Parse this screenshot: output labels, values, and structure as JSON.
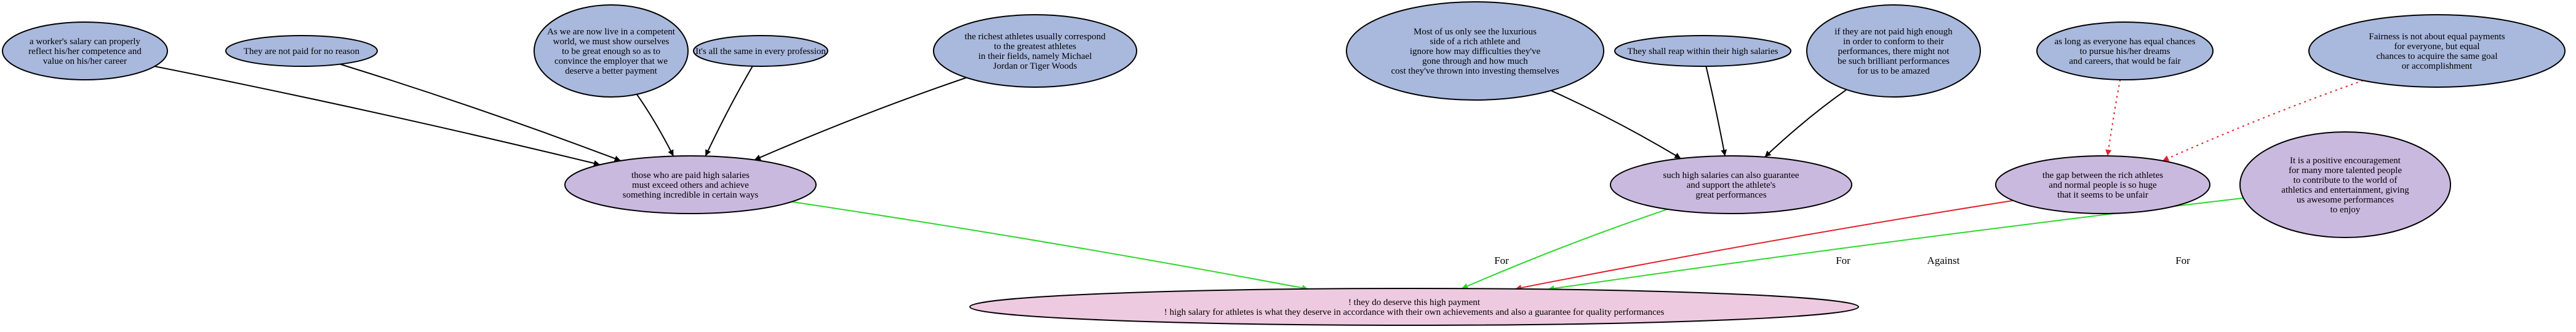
{
  "colors": {
    "premise": "#a9b8dd",
    "support": "#cab9df",
    "conclusion": "#eecae0",
    "edge_plain": "#000000",
    "edge_for": "#2bd82b",
    "edge_against": "#e0202a",
    "edge_dotted": "#e0202a"
  },
  "nodes": [
    {
      "id": "n1",
      "kind": "premise",
      "lines": [
        "a worker's salary can properly",
        "reflect his/her competence and",
        "value on his/her career"
      ]
    },
    {
      "id": "n2",
      "kind": "premise",
      "lines": [
        "They are not paid for no reason"
      ]
    },
    {
      "id": "n3",
      "kind": "premise",
      "lines": [
        "As we are now live in a competent",
        "world, we must show ourselves",
        "to be great enough so as to",
        "convince the employer that we",
        "deserve a better payment"
      ]
    },
    {
      "id": "n4",
      "kind": "premise",
      "lines": [
        "It's all the same in every profession"
      ]
    },
    {
      "id": "n5",
      "kind": "premise",
      "lines": [
        "the richest athletes usually correspond",
        "to the greatest athletes",
        "in their fields, namely Michael",
        "Jordan or Tiger Woods"
      ]
    },
    {
      "id": "n6",
      "kind": "premise",
      "lines": [
        "Most of us only see the luxurious",
        "side of a rich athlete and",
        "ignore how may difficulties they've",
        "gone through and how much",
        "cost they've thrown into investing themselves"
      ]
    },
    {
      "id": "n7",
      "kind": "premise",
      "lines": [
        "They shall reap within their high salaries"
      ]
    },
    {
      "id": "n8",
      "kind": "premise",
      "lines": [
        "if they are not paid high enough",
        "in order to conform to their",
        "performances, there might not",
        "be such brilliant performances",
        "for us to be amazed"
      ]
    },
    {
      "id": "n9",
      "kind": "premise",
      "lines": [
        "as long as everyone has equal chances",
        "to pursue his/her dreams",
        "and careers, that would be fair"
      ]
    },
    {
      "id": "n10",
      "kind": "premise",
      "lines": [
        "Fairness is not about equal payments",
        "for everyone, but equal",
        "chances to acquire the same goal",
        "or accomplishment"
      ]
    },
    {
      "id": "s1",
      "kind": "support",
      "lines": [
        "those who are paid high salaries",
        "must exceed others and achieve",
        "something incredible in certain ways"
      ]
    },
    {
      "id": "s2",
      "kind": "support",
      "lines": [
        "such high salaries can also guarantee",
        "and support the athlete's",
        "great performances"
      ]
    },
    {
      "id": "s3",
      "kind": "support",
      "lines": [
        "the gap between the rich athletes",
        "and normal people is so huge",
        "that it seems to be unfair"
      ]
    },
    {
      "id": "s4",
      "kind": "support",
      "lines": [
        "It is a positive encouragement",
        "for many more talented people",
        "to contribute to the world of",
        "athletics and entertainment, giving",
        "us awesome performances",
        "to enjoy"
      ]
    },
    {
      "id": "c",
      "kind": "conclusion",
      "lines": [
        "! they do deserve this high payment",
        "! high salary for athletes is what they deserve in accordance with their own achievements and also a guarantee for quality performances"
      ]
    }
  ],
  "edges": [
    {
      "from": "n1",
      "to": "s1",
      "style": "plain",
      "label": ""
    },
    {
      "from": "n2",
      "to": "s1",
      "style": "plain",
      "label": ""
    },
    {
      "from": "n3",
      "to": "s1",
      "style": "plain",
      "label": ""
    },
    {
      "from": "n4",
      "to": "s1",
      "style": "plain",
      "label": ""
    },
    {
      "from": "n5",
      "to": "s1",
      "style": "plain",
      "label": ""
    },
    {
      "from": "n6",
      "to": "s2",
      "style": "plain",
      "label": ""
    },
    {
      "from": "n7",
      "to": "s2",
      "style": "plain",
      "label": ""
    },
    {
      "from": "n8",
      "to": "s2",
      "style": "plain",
      "label": ""
    },
    {
      "from": "n9",
      "to": "s3",
      "style": "dotted",
      "label": ""
    },
    {
      "from": "n10",
      "to": "s3",
      "style": "dotted",
      "label": ""
    },
    {
      "from": "s1",
      "to": "c",
      "style": "for",
      "label": "For"
    },
    {
      "from": "s2",
      "to": "c",
      "style": "for",
      "label": "For"
    },
    {
      "from": "s3",
      "to": "c",
      "style": "against",
      "label": "Against"
    },
    {
      "from": "s4",
      "to": "c",
      "style": "for",
      "label": "For"
    }
  ]
}
